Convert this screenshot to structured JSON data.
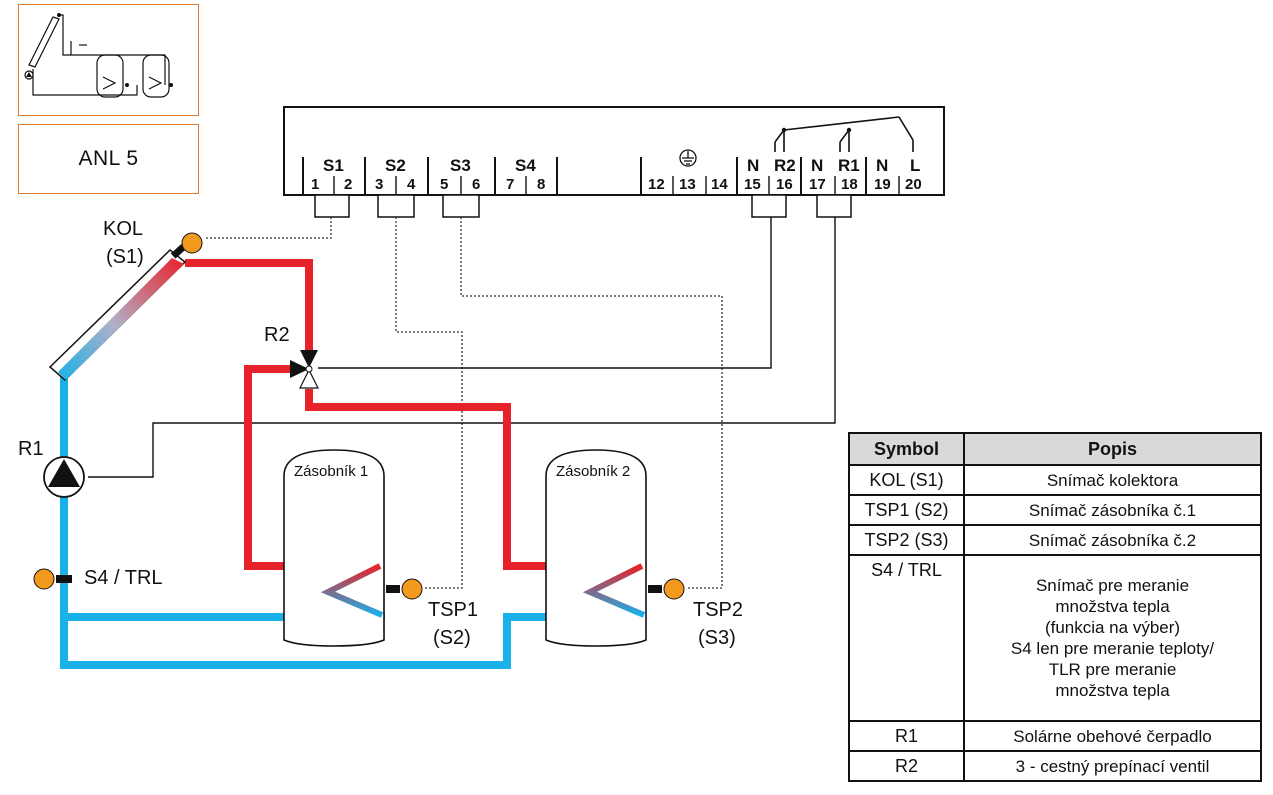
{
  "thumbnail": {
    "description_icon": "system-thumbnail-icon"
  },
  "scheme_label": "ANL 5",
  "controller": {
    "groups": [
      {
        "label": "S1",
        "terminals": [
          "1",
          "2"
        ]
      },
      {
        "label": "S2",
        "terminals": [
          "3",
          "4"
        ]
      },
      {
        "label": "S3",
        "terminals": [
          "5",
          "6"
        ]
      },
      {
        "label": "S4",
        "terminals": [
          "7",
          "8"
        ]
      },
      {
        "label": "⏚",
        "terminals": [
          "12",
          "13",
          "14"
        ]
      },
      {
        "label": "N",
        "terminals": [
          "15"
        ]
      },
      {
        "label": "R2",
        "terminals": [
          "16"
        ]
      },
      {
        "label": "N",
        "terminals": [
          "17"
        ]
      },
      {
        "label": "R1",
        "terminals": [
          "18"
        ]
      },
      {
        "label": "N",
        "terminals": [
          "19"
        ]
      },
      {
        "label": "L",
        "terminals": [
          "20"
        ]
      }
    ]
  },
  "labels": {
    "kol": "KOL",
    "kol_sub": "(S1)",
    "r2": "R2",
    "r1": "R1",
    "s4trl": "S4 / TRL",
    "tank1": "Zásobník 1",
    "tank2": "Zásobník 2",
    "tsp1": "TSP1",
    "tsp1_sub": "(S2)",
    "tsp2": "TSP2",
    "tsp2_sub": "(S3)"
  },
  "legend": {
    "header_symbol": "Symbol",
    "header_desc": "Popis",
    "rows": [
      {
        "symbol": "KOL (S1)",
        "desc": [
          "Snímač kolektora"
        ]
      },
      {
        "symbol": "TSP1 (S2)",
        "desc": [
          "Snímač zásobníka č.1"
        ]
      },
      {
        "symbol": "TSP2 (S3)",
        "desc": [
          "Snímač zásobníka č.2"
        ]
      },
      {
        "symbol": "S4 / TRL",
        "desc": [
          "Snímač pre meranie",
          "množstva tepla",
          "(funkcia na výber)",
          "S4 len pre meranie teploty/",
          "TLR pre meranie",
          "množstva tepla"
        ]
      },
      {
        "symbol": "R1",
        "desc": [
          "Solárne obehové čerpadlo"
        ]
      },
      {
        "symbol": "R2",
        "desc": [
          "3 - cestný prepínací ventil"
        ]
      }
    ]
  },
  "colors": {
    "hot": "#e8222a",
    "cold": "#1ab0e8",
    "sensor": "#f39a1e",
    "frame_orange": "#e07a2e"
  }
}
